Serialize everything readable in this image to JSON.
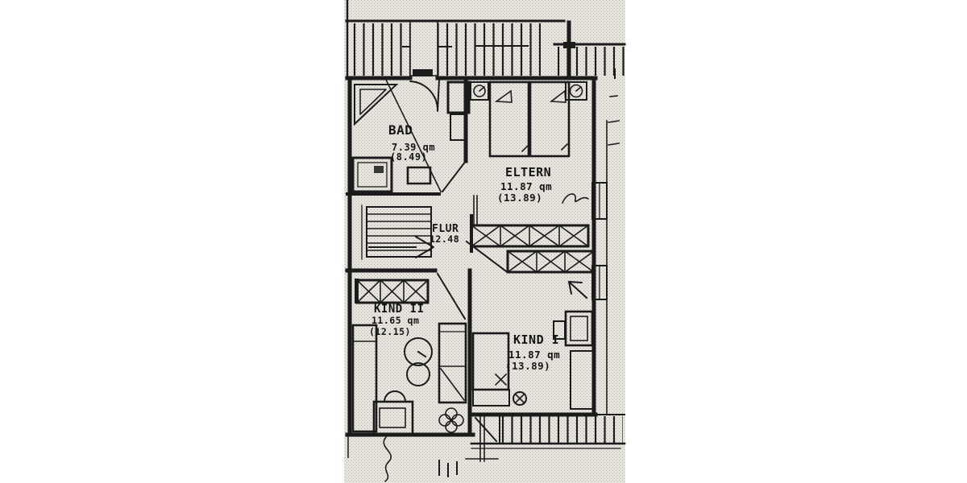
{
  "floorplan": {
    "title_note": "",
    "rooms": {
      "bad": {
        "name": "BAD",
        "area": "7.39 qm",
        "area_gross": "(8.49)"
      },
      "eltern": {
        "name": "ELTERN",
        "area": "11.87 qm",
        "area_gross": "(13.89)"
      },
      "flur": {
        "name": "FLUR",
        "area": "12.48"
      },
      "kind2": {
        "name": "KIND II",
        "area": "11.65 qm",
        "area_gross": "(12.15)"
      },
      "kind1": {
        "name": "KIND I",
        "area": "11.87 qm",
        "area_gross": "(13.89)"
      }
    },
    "colors": {
      "ink": "#1b1b1b",
      "paper": "#e8e6e1",
      "page_background": "#ffffff"
    }
  }
}
